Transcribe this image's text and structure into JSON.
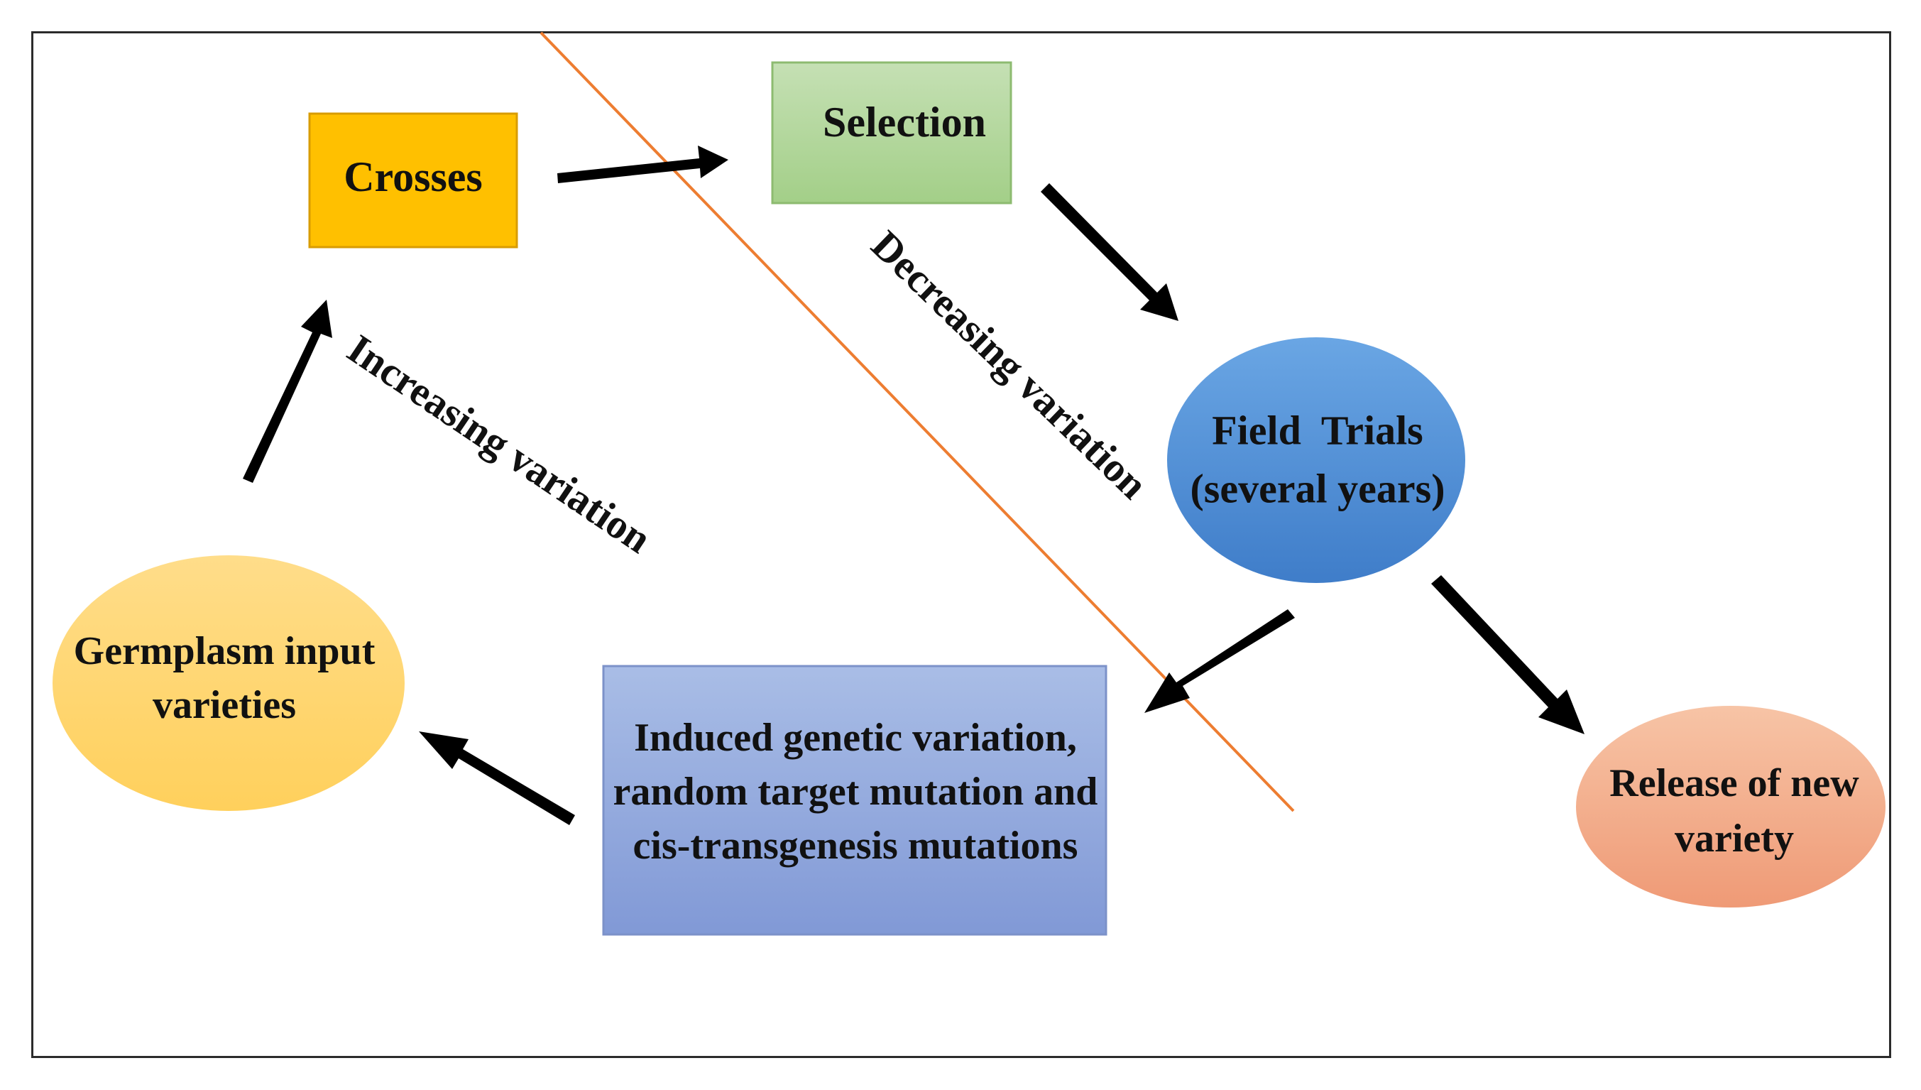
{
  "nodes": {
    "crosses": {
      "label": "Crosses",
      "fill": "#FFC000",
      "stroke": "#D89C00"
    },
    "selection": {
      "label": "Selection",
      "fill": "#A9D18E",
      "stroke": "#8DBB70"
    },
    "field_trials": {
      "line1": "Field  Trials",
      "line2": "(several years)",
      "fill": "#4F8FD6"
    },
    "release": {
      "line1": "Release of new",
      "line2": "variety",
      "fill": "#F4B183"
    },
    "induced": {
      "line1": "Induced genetic variation,",
      "line2": "random target mutation and",
      "line3": "cis-transgenesis mutations",
      "fill": "#8FAADC"
    },
    "germplasm": {
      "line1": "Germplasm input",
      "line2": "varieties",
      "fill": "#FFD966"
    }
  },
  "annotations": {
    "decreasing": "Decreasing variation",
    "increasing": "Increasing variation"
  },
  "colors": {
    "divider": "#ED7D31",
    "arrow": "#000000",
    "frame": "#2B2B2B"
  }
}
